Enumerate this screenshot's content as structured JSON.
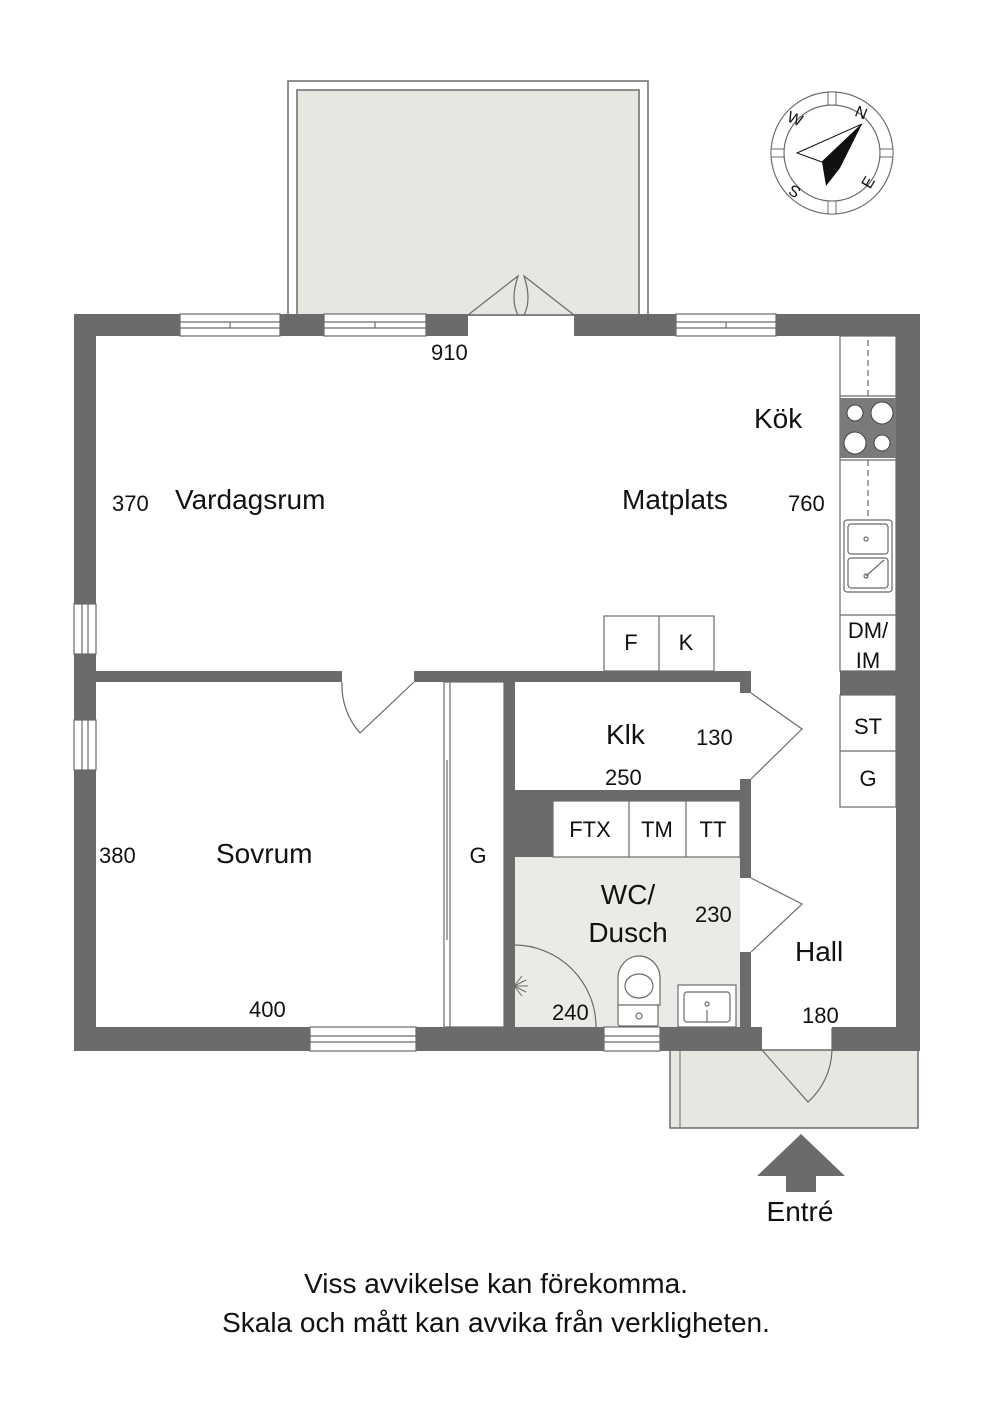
{
  "rooms": {
    "kok": "Kök",
    "vardagsrum": "Vardagsrum",
    "matplats": "Matplats",
    "klk": "Klk",
    "sovrum": "Sovrum",
    "wc_line1": "WC/",
    "wc_line2": "Dusch",
    "hall": "Hall"
  },
  "dimensions": {
    "top_opening": "910",
    "vardagsrum": "370",
    "matplats": "760",
    "klk_depth": "130",
    "klk_width": "250",
    "sovrum_depth": "380",
    "sovrum_width": "400",
    "wc_depth": "230",
    "wc_width": "240",
    "hall_width": "180"
  },
  "fixtures": {
    "fridge": "F",
    "freezer": "K",
    "dishwasher_line1": "DM/",
    "dishwasher_line2": "IM",
    "storage": "ST",
    "wardrobe_hall": "G",
    "wardrobe_bedroom": "G",
    "ftx": "FTX",
    "tumble_dryer": "TM",
    "washer": "TT"
  },
  "compass": {
    "n": "N",
    "e": "E",
    "s": "S",
    "w": "W"
  },
  "entrance": "Entré",
  "disclaimer": {
    "line1": "Viss avvikelse kan förekomma.",
    "line2": "Skala och mått kan avvika från verkligheten."
  },
  "colors": {
    "wall": "#6b6b6b",
    "terrace_fill": "#e8e6e1",
    "wc_floor": "#eceae6",
    "arrow": "#6b6b6b"
  }
}
